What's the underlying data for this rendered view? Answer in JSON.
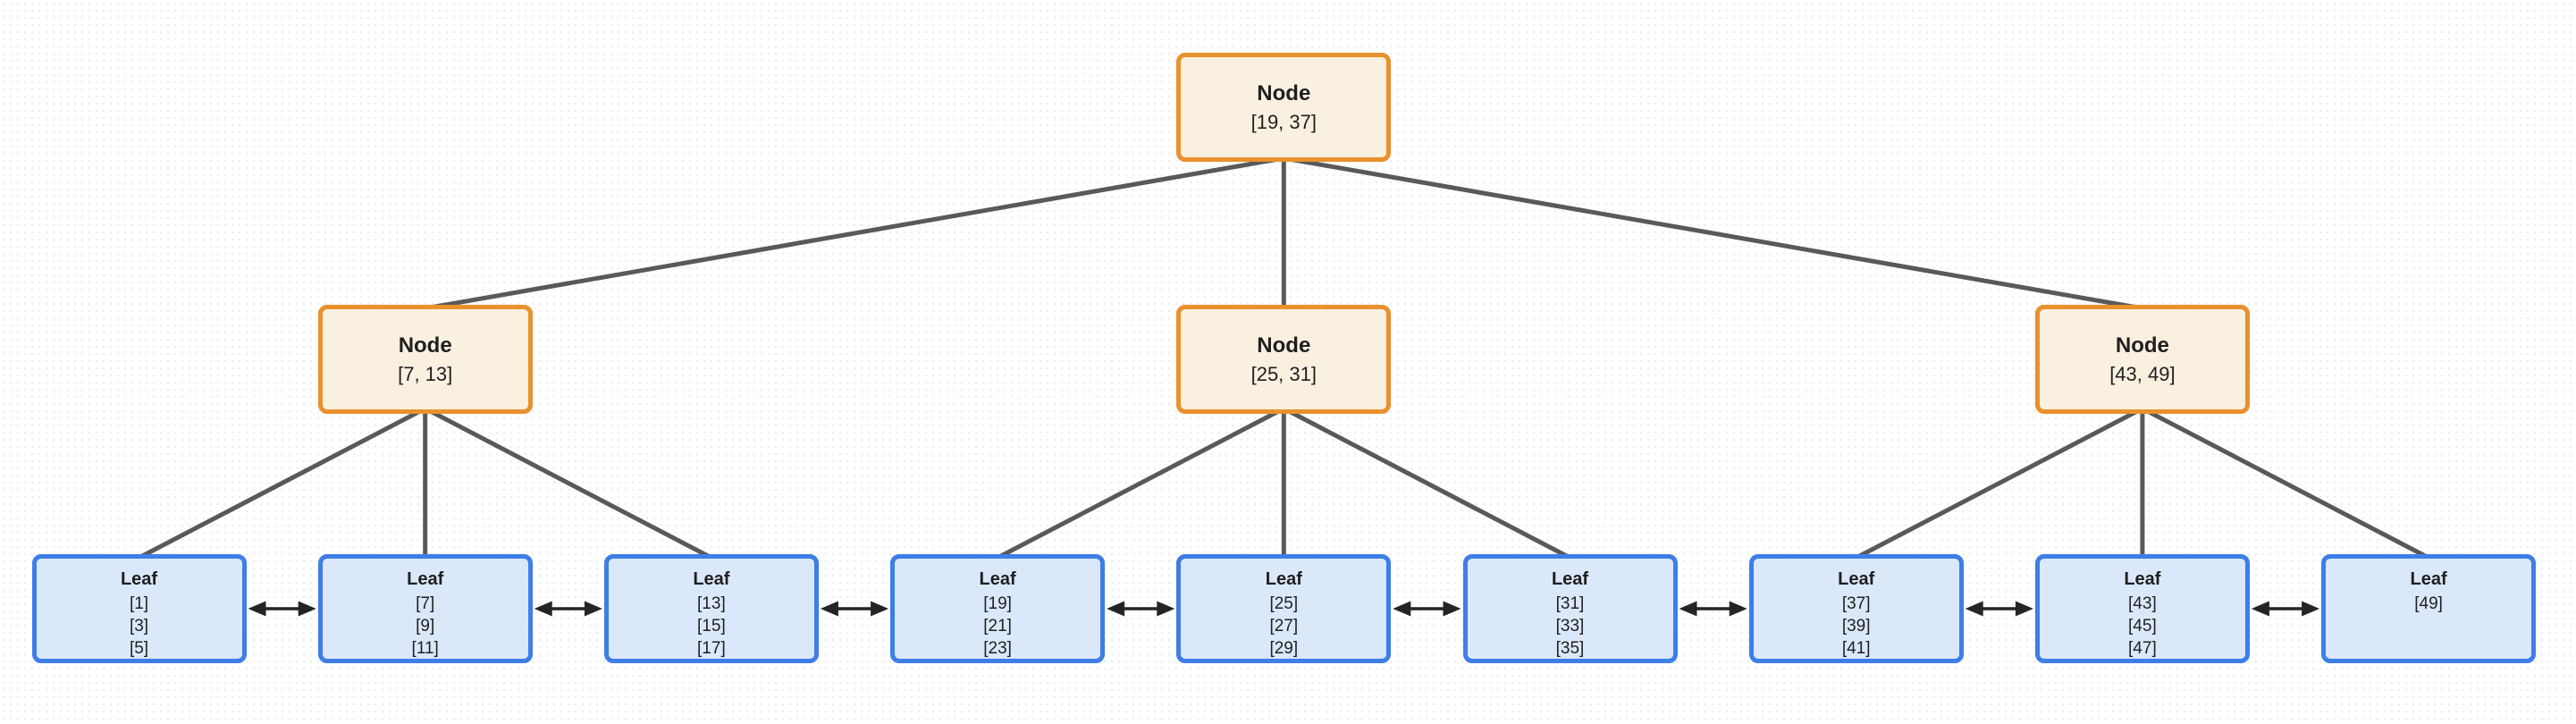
{
  "diagram": {
    "root": {
      "label": "Node",
      "keys": "[19, 37]"
    },
    "internal_nodes": [
      {
        "label": "Node",
        "keys": "[7, 13]"
      },
      {
        "label": "Node",
        "keys": "[25, 31]"
      },
      {
        "label": "Node",
        "keys": "[43, 49]"
      }
    ],
    "leaf_nodes": [
      {
        "label": "Leaf",
        "values": [
          "[1]",
          "[3]",
          "[5]"
        ]
      },
      {
        "label": "Leaf",
        "values": [
          "[7]",
          "[9]",
          "[11]"
        ]
      },
      {
        "label": "Leaf",
        "values": [
          "[13]",
          "[15]",
          "[17]"
        ]
      },
      {
        "label": "Leaf",
        "values": [
          "[19]",
          "[21]",
          "[23]"
        ]
      },
      {
        "label": "Leaf",
        "values": [
          "[25]",
          "[27]",
          "[29]"
        ]
      },
      {
        "label": "Leaf",
        "values": [
          "[31]",
          "[33]",
          "[35]"
        ]
      },
      {
        "label": "Leaf",
        "values": [
          "[37]",
          "[39]",
          "[41]"
        ]
      },
      {
        "label": "Leaf",
        "values": [
          "[43]",
          "[45]",
          "[47]"
        ]
      },
      {
        "label": "Leaf",
        "values": [
          "[49]"
        ]
      }
    ],
    "edges": {
      "root_to_internal": [
        0,
        1,
        2
      ],
      "internal_to_leaf": [
        [
          0,
          0
        ],
        [
          0,
          1
        ],
        [
          0,
          2
        ],
        [
          1,
          3
        ],
        [
          1,
          4
        ],
        [
          1,
          5
        ],
        [
          2,
          6
        ],
        [
          2,
          7
        ],
        [
          2,
          8
        ]
      ],
      "leaf_links": [
        [
          0,
          1
        ],
        [
          1,
          2
        ],
        [
          2,
          3
        ],
        [
          3,
          4
        ],
        [
          4,
          5
        ],
        [
          5,
          6
        ],
        [
          6,
          7
        ],
        [
          7,
          8
        ]
      ]
    },
    "colors": {
      "internal_fill": "#FAF0E0",
      "internal_border": "#E8912D",
      "leaf_fill": "#DBE8FA",
      "leaf_border": "#3E7EE6",
      "edge": "#595959",
      "link_arrow": "#242424",
      "text": "#1F1F1F"
    }
  }
}
